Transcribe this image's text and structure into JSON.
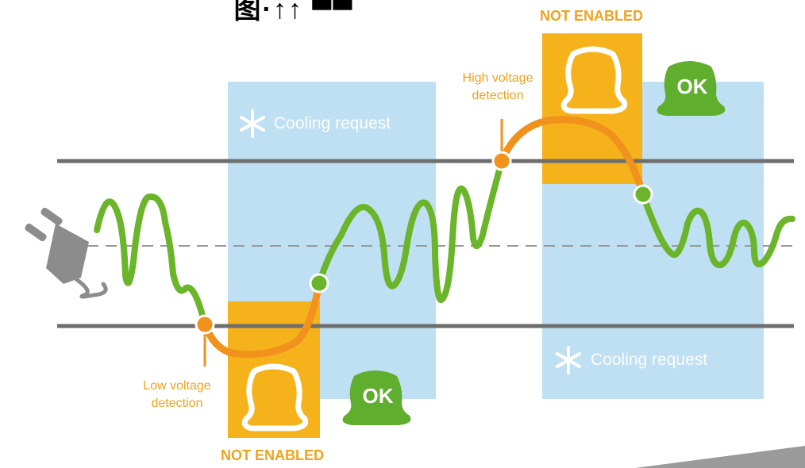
{
  "title_fragment": "图·↑↑ ▀▀",
  "labels": {
    "not_enabled_top": "NOT ENABLED",
    "not_enabled_bottom": "NOT ENABLED",
    "high_voltage": "High voltage\ndetection",
    "low_voltage": "Low voltage\ndetection",
    "cooling_request_1": "Cooling request",
    "cooling_request_2": "Cooling request",
    "ok_1": "OK",
    "ok_2": "OK"
  },
  "colors": {
    "cooling_zone": "#bfe0f2",
    "not_enabled_zone": "#f5b21b",
    "wave": "#6ab52a",
    "orange": "#f0921c",
    "rail": "#6e6e6e",
    "ok_badge": "#5fae2e",
    "plug": "#8c8c8c"
  },
  "icons": [
    "plug-icon",
    "snowflake-icon",
    "compressor-off-icon",
    "compressor-ok-icon"
  ]
}
